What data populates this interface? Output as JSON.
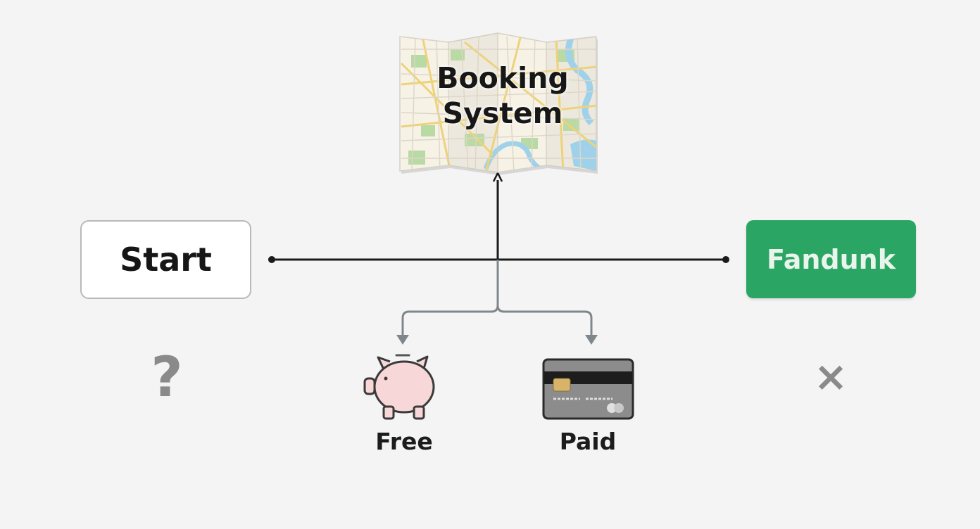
{
  "nodes": {
    "start_label": "Start",
    "destination_label": "Fandunk",
    "map_title_line1": "Booking",
    "map_title_line2": "System",
    "free_label": "Free",
    "paid_label": "Paid",
    "unknown_symbol": "?",
    "reject_symbol": "×"
  },
  "icons": {
    "map": "folded-map-icon",
    "free": "piggy-bank-icon",
    "paid": "credit-card-icon",
    "unknown": "question-mark-icon",
    "reject": "close-icon"
  },
  "colors": {
    "destination_green": "#2aa563",
    "piggy_pink": "#f7d7d7",
    "card_gray": "#8c8c8c",
    "connector_dark": "#1a1a1a",
    "connector_gray": "#7f878b"
  }
}
